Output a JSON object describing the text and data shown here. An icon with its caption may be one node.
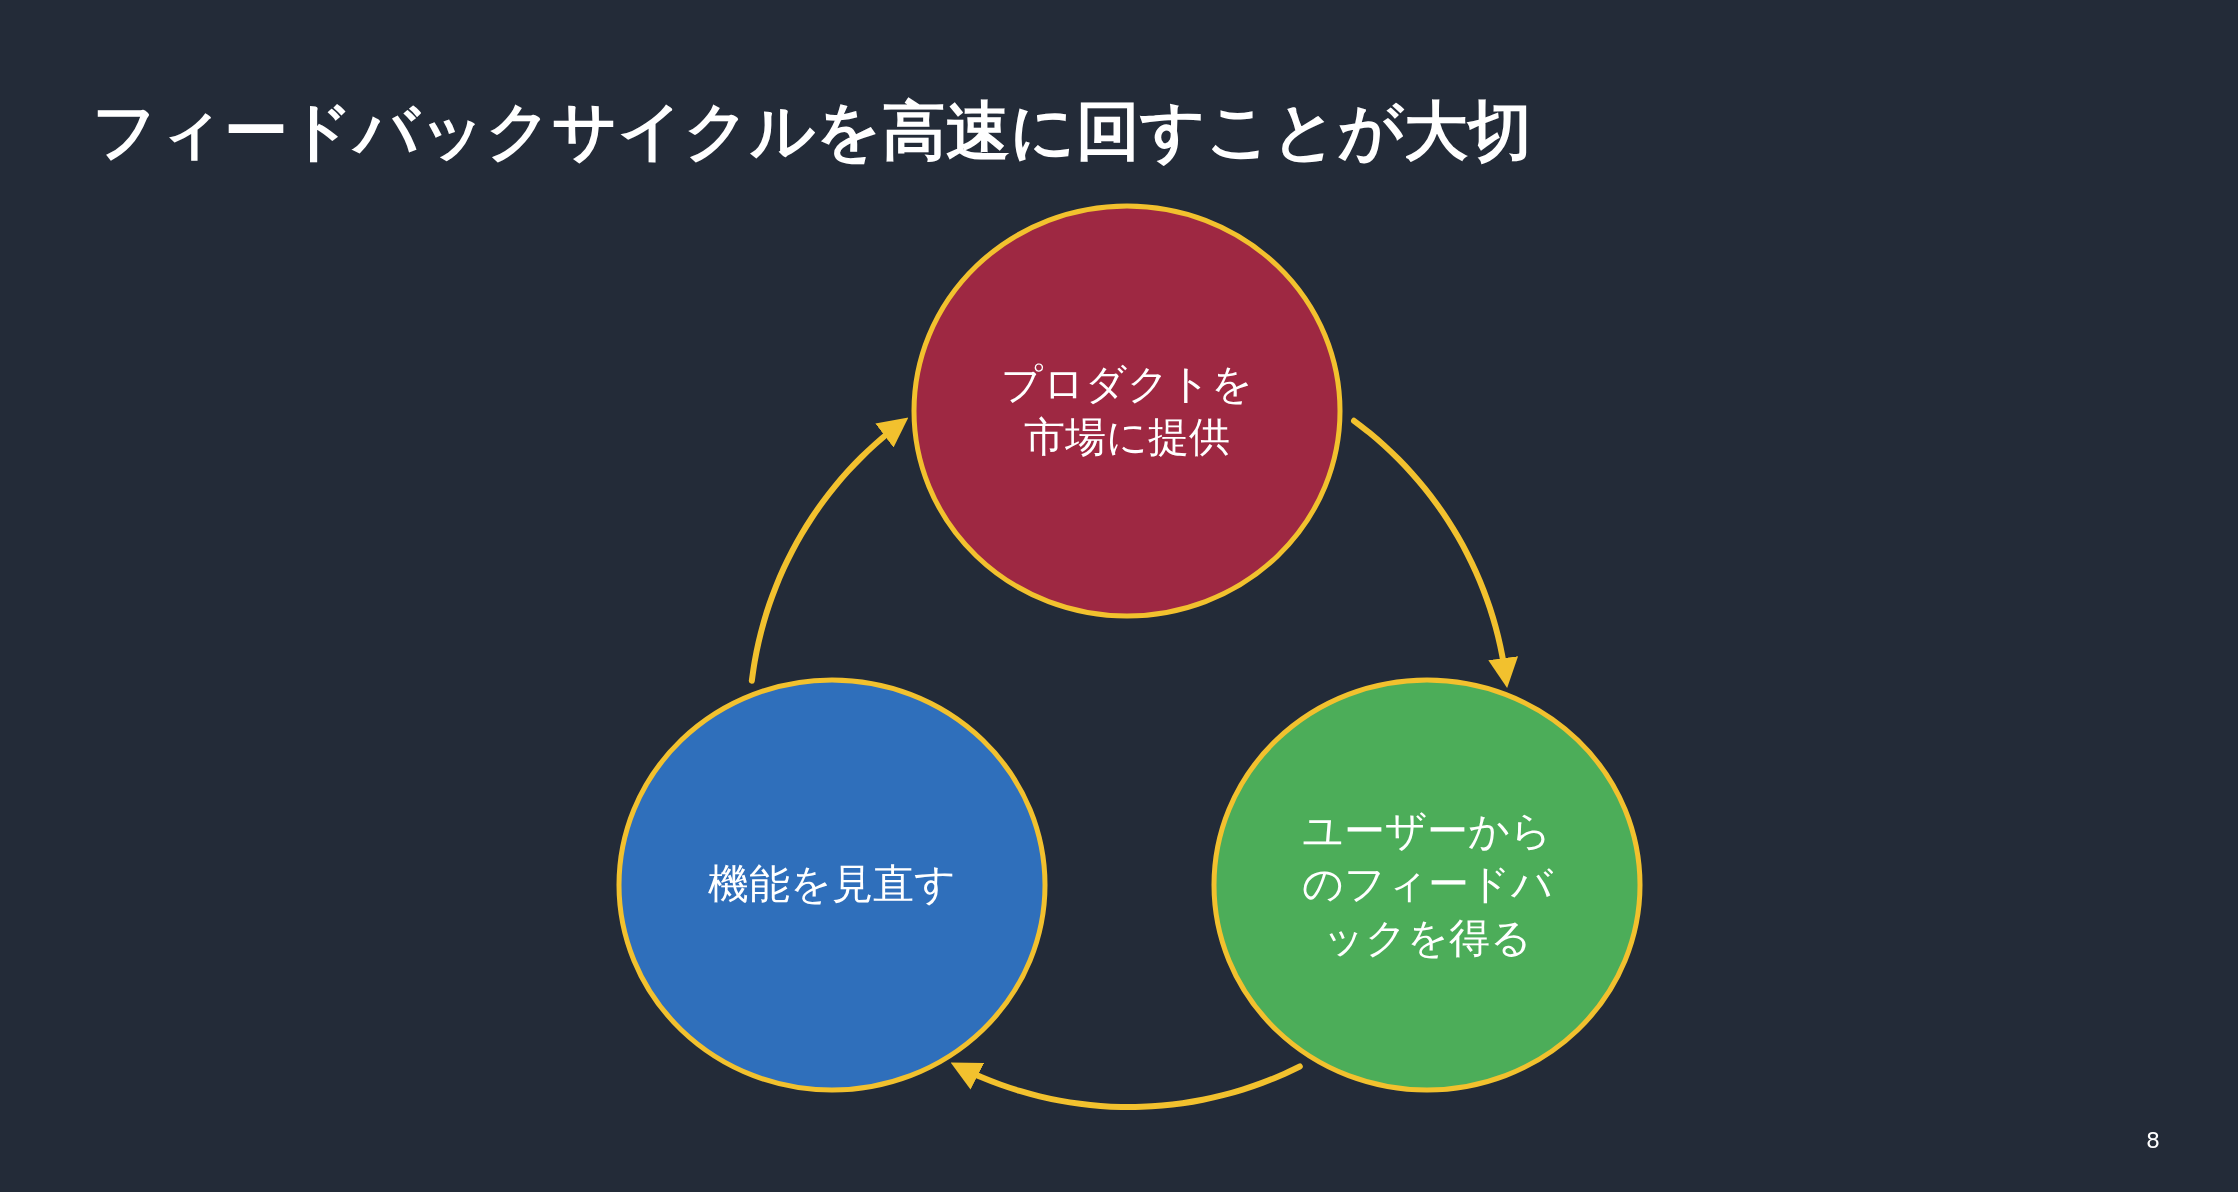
{
  "diagram": {
    "title": "フィードバックサイクルを高速に回すことが大切",
    "nodes": [
      {
        "text": [
          "プロダクトを市場に提供"
        ]
      },
      {
        "text": [
          "ユーザーからのフィードバックを得る"
        ]
      },
      {
        "text": [
          "機能を見直す"
        ]
      }
    ],
    "edges": [
      {
        "from": 0,
        "to": 1,
        "arrow": "to"
      },
      {
        "from": 1,
        "to": 2,
        "arrow": "to"
      },
      {
        "from": 2,
        "to": 0,
        "arrow": "to"
      }
    ],
    "labels": [
      "8"
    ]
  }
}
